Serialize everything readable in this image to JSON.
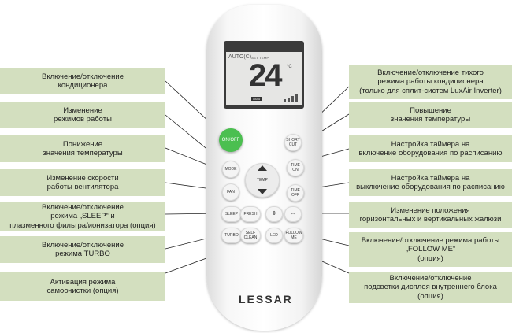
{
  "labels_left": [
    {
      "text": "Включение/отключение\nкондиционера"
    },
    {
      "text": "Изменение\nрежимов работы"
    },
    {
      "text": "Понижение\nзначения температуры"
    },
    {
      "text": "Изменение скорости\nработы вентилятора"
    },
    {
      "text": "Включение/отключение\nрежима „SLEEP“ и\nплазменного фильтра/ионизатора (опция)"
    },
    {
      "text": "Включение/отключение\nрежима TURBO"
    },
    {
      "text": "Активация режима\nсамоочистки (опция)"
    }
  ],
  "labels_right": [
    {
      "text": "Включение/отключение тихого\nрежима работы кондиционера\n(только для сплит-систем LuxAir Inverter)"
    },
    {
      "text": "Повышение\nзначения температуры"
    },
    {
      "text": "Настройка таймера на\nвключение оборудования по расписанию"
    },
    {
      "text": "Настройка таймера на\nвыключение оборудования по расписанию"
    },
    {
      "text": "Изменение положения\nгоризонтальных и вертикальных жалюзи"
    },
    {
      "text": "Включение/отключение режима работы\n„FOLLOW ME“\n(опция)"
    },
    {
      "text": "Включение/отключение\nподсветки дисплея внутреннего блока\n(опция)"
    }
  ],
  "display": {
    "mode_text": "AUTO(C)",
    "set_temp_label": "SET TEMP",
    "temperature": "24",
    "unit": "°C",
    "fan_indicator": "Auto"
  },
  "buttons": {
    "onoff": "ON/OFF",
    "short_cut": "SHORT\nCUT",
    "mode": "MODE",
    "temp": "TEMP",
    "time_on": "TIME\nON",
    "fan": "FAN",
    "time_off": "TIME\nOFF",
    "sleep": "SLEEP",
    "fresh": "FRESH",
    "turbo": "TURBO",
    "self_clean": "SELF\nCLEAN",
    "led": "LED",
    "follow_me": "FOLLOW\nME"
  },
  "brand": "LESSAR",
  "colors": {
    "label_bg": "#d3dfbf",
    "onoff_button": "#4bbf50"
  }
}
